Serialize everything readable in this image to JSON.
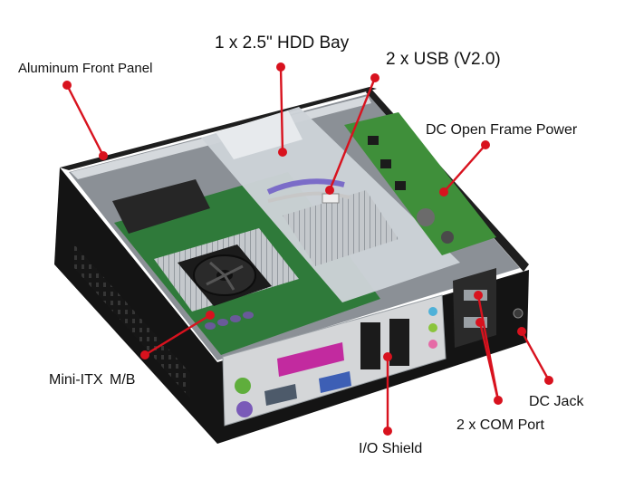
{
  "colors": {
    "callout": "#d8121e",
    "chassis": "#141414",
    "tray": "#c9ced3",
    "heatsink": "#b8bcc0",
    "pcb_green": "#2e7d32",
    "io_shield": "#d4d6d8"
  },
  "labels": {
    "hdd_bay": "1 x 2.5\" HDD Bay",
    "usb": "2 x USB (V2.0)",
    "front_panel": "Aluminum Front Panel",
    "dc_power": "DC Open Frame Power",
    "mini_itx": "Mini-ITX  M/B",
    "dc_jack": "DC Jack",
    "com_port": "2 x COM Port",
    "io_shield": "I/O Shield"
  },
  "icons": [
    "callout-dot",
    "fan-icon",
    "heatsink-icon",
    "port-icon"
  ]
}
